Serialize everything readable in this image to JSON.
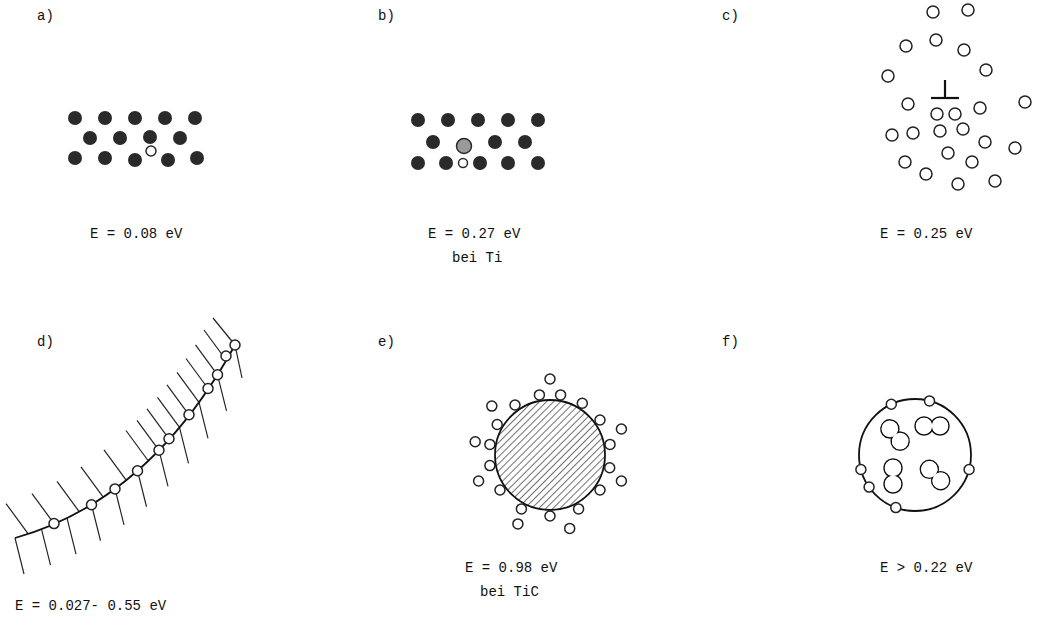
{
  "diagram": {
    "labels": [
      "a)",
      "b)",
      "c)",
      "E = 0.08 eV",
      "E = 0.27 eV",
      "bei Ti",
      "E = 0.25 eV",
      "d)",
      "e)",
      "f)",
      "E = 0.027- 0.55 eV",
      "E = 0.98 eV",
      "bei TiC",
      "E > 0.22 eV"
    ]
  }
}
